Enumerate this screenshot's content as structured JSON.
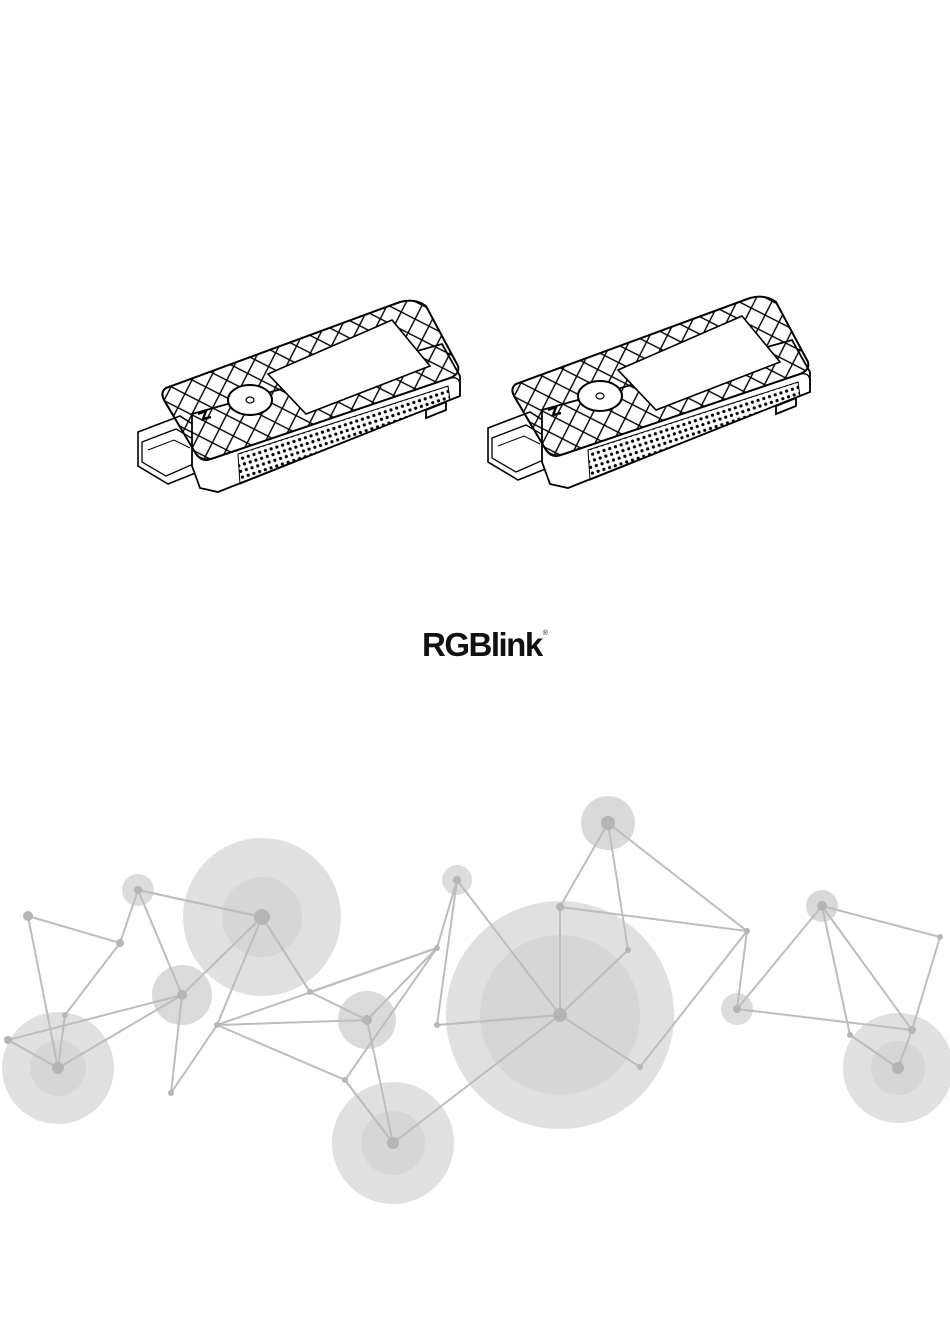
{
  "brand": {
    "logo_text": "RGBlink",
    "registered_mark": "®"
  },
  "illustration": {
    "product_image": "hdmi-wireless-dongle-pair",
    "background_graphic": "network-nodes-pattern",
    "colors": {
      "line": "#bdbdbd",
      "circle_light": "#e0e0e0",
      "circle_mid": "#d2d2d2",
      "node": "#b8b8b8"
    }
  }
}
